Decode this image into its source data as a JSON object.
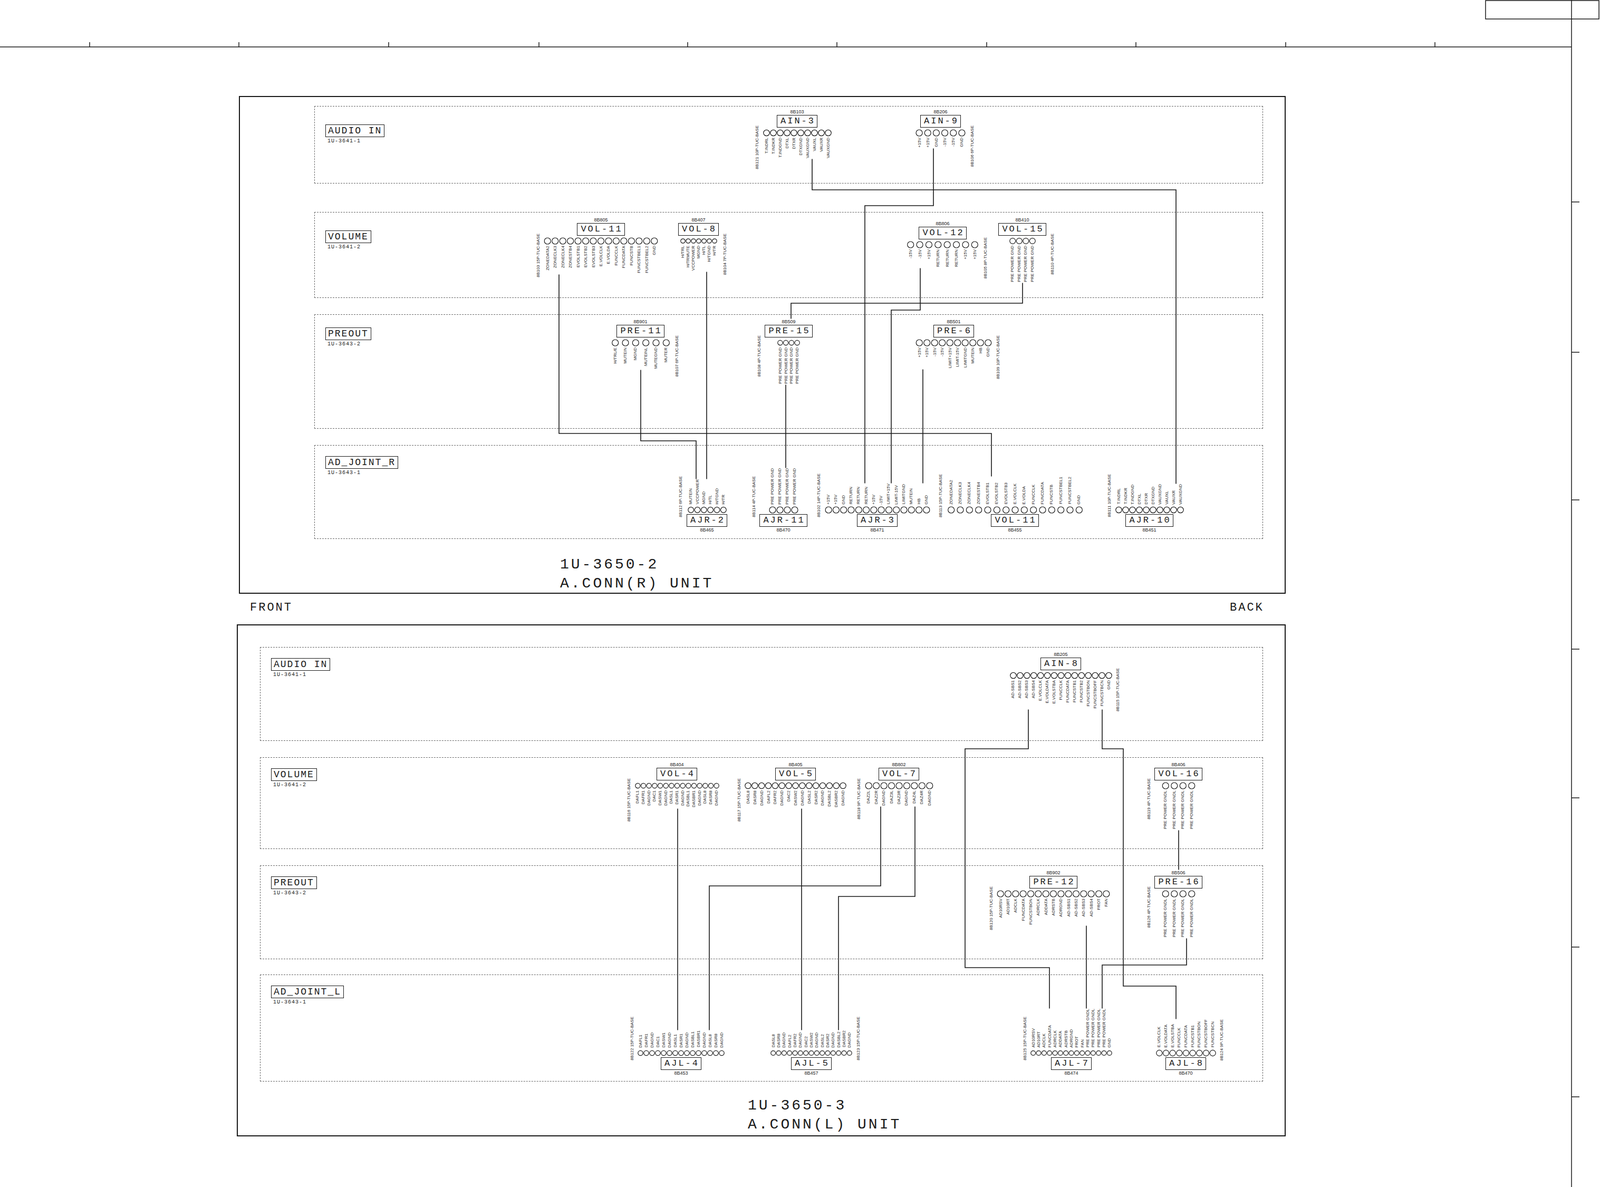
{
  "diagram": {
    "nodes": [
      {
        "text": [
          "1U-3650-2",
          "A.CONN(R) UNIT"
        ]
      },
      {
        "text": [
          "AUDIO IN",
          "1U-3641-1"
        ],
        "in": 0
      },
      {
        "text": [
          "VOLUME",
          "1U-3641-2"
        ],
        "in": 0
      },
      {
        "text": [
          "PREOUT",
          "1U-3643-2"
        ],
        "in": 0
      },
      {
        "text": [
          "AD_JOINT_R",
          "1U-3643-1"
        ],
        "in": 0
      },
      {
        "text": [
          "AIN-3",
          "8B103",
          "T.INDRL",
          "T.INDKR",
          "T.INDGND",
          "DTXL",
          "DTXR",
          "DTXGND",
          "VAUXGND",
          "VAUXL",
          "VAUXR",
          "VAUXGND"
        ],
        "in": 1
      },
      {
        "text": [
          "AIN-9",
          "8B206",
          "+15V",
          "+15V",
          "GND",
          "-15V",
          "-15V",
          "GND"
        ],
        "in": 1
      },
      {
        "text": [
          "VOL-11",
          "8B805",
          "ZONEDATA2",
          "ZONECLK3",
          "ZONECLK4",
          "ZONESTB4",
          "EVOLSTB1",
          "EVOLSTB2",
          "EVOLSTB3",
          "E.VOLCLK",
          "E.VOLDA",
          "FUNCCLK",
          "FUNCDATA",
          "FUNCSTB",
          "FUNCSTBEL1",
          "FUNCSTBEL2",
          "GND"
        ],
        "in": 2
      },
      {
        "text": [
          "VOL-8",
          "8B407",
          "H/TRL",
          "H/TRMUTE",
          "VCCPOWER",
          "MGND",
          "H/TL",
          "H/TGND",
          "H/TR"
        ],
        "in": 2
      },
      {
        "text": [
          "VOL-12",
          "8B806",
          "-15V",
          "-15V",
          "+15V",
          "RETURN",
          "RETURN",
          "RETURN",
          "+15V",
          "+15V"
        ],
        "in": 2
      },
      {
        "text": [
          "VOL-15",
          "8B410",
          "PRE POWER GND",
          "PRE POWER GND",
          "PRE POWER GND",
          "PRE POWER GND"
        ],
        "in": 2
      },
      {
        "text": [
          "PRE-11",
          "8B901",
          "H/TRL/E",
          "MUTEIN",
          "MGND",
          "MUTEINL",
          "MUTEGND",
          "MUTER"
        ],
        "in": 3
      },
      {
        "text": [
          "PRE-15",
          "8B509",
          "PRE POWER GND",
          "PRE POWER GND",
          "PRE POWER GND",
          "PRE POWER GND"
        ],
        "in": 3
      },
      {
        "text": [
          "PRE-6",
          "8B501",
          "+15V",
          "+15V",
          "-15V",
          "-15V",
          "LIMIT+15V",
          "LIMIT-15V",
          "LIMITGND",
          "MUTEIN",
          "HB",
          "GND"
        ],
        "in": 3
      },
      {
        "text": [
          "AJR-2",
          "8B465",
          "MUTEIN",
          "VCCPOWER",
          "MGND",
          "H/TL",
          "H/TGND",
          "H/TR"
        ],
        "in": 4
      },
      {
        "text": [
          "AJR-11",
          "8B470",
          "PRE POWER GND",
          "PRE POWER GND",
          "PRE POWER GND",
          "PRE POWER GND"
        ],
        "in": 4
      },
      {
        "text": [
          "AJR-3",
          "8B471",
          "+15V",
          "+15V",
          "GND",
          "RETURN",
          "RETURN",
          "RETURN",
          "+15V",
          "-15V",
          "LIMIT+15V",
          "LIMIT-15V",
          "LIMITGND",
          "MUTEIN",
          "HB",
          "GND"
        ],
        "in": 4
      },
      {
        "text": [
          "VOL-11",
          "8B455",
          "ZONEDATA2",
          "ZONECLK3",
          "ZONECLK4",
          "ZONESTB4",
          "EVOLSTB1",
          "EVOLSTB2",
          "EVOLSTB3",
          "E.VOLCLK",
          "E.VOLDA",
          "FUNCCLK",
          "FUNCDATA",
          "FUNCSTB",
          "FUNCSTBEL1",
          "FUNCSTBEL2",
          "GND"
        ],
        "in": 4
      },
      {
        "text": [
          "AJR-10",
          "8B451",
          "T.INDRL",
          "T.INDKR",
          "T.INDGND",
          "DTXL",
          "DTXR",
          "DTXGND",
          "VAUXGND",
          "VAUXL",
          "VAUXR",
          "VAUXGND"
        ],
        "in": 4
      },
      {
        "text": [
          "1U-3650-3",
          "A.CONN(L) UNIT"
        ]
      },
      {
        "text": [
          "AUDIO IN",
          "1U-3641-1"
        ],
        "in": 19
      },
      {
        "text": [
          "VOLUME",
          "1U-3641-2"
        ],
        "in": 19
      },
      {
        "text": [
          "PREOUT",
          "1U-3643-2"
        ],
        "in": 19
      },
      {
        "text": [
          "AD_JOINT_L",
          "1U-3643-1"
        ],
        "in": 19
      },
      {
        "text": [
          "AIN-8",
          "8B205",
          "AD-SBS1",
          "AD-SBS2",
          "AD-SBS3",
          "AD-SBS4",
          "E.VOLCLK",
          "E.VOLDATA",
          "E.VOLSTBA",
          "FUNCCLK",
          "FUNCDATA",
          "FUNCSTB1",
          "FUNCSTB2",
          "FUNCSTBON",
          "FUNCSTBOFF",
          "FUNCSTBCN",
          "GND"
        ],
        "in": 20
      },
      {
        "text": [
          "VOL-4",
          "8B404",
          "DAFL1",
          "DAFR1",
          "DAGND",
          "DAC1",
          "DASW1",
          "DAGND",
          "DASL1",
          "DASR1",
          "DAGND",
          "DASBL1",
          "DASBR1",
          "DAGND",
          "DASL8",
          "DASR8",
          "DAGND"
        ],
        "in": 21
      },
      {
        "text": [
          "VOL-5",
          "8B405",
          "DASL8",
          "DASR8",
          "DAGND",
          "DAFL2",
          "DAFR2",
          "DAGND",
          "DAC2",
          "DASW2",
          "DAGND",
          "DASL2",
          "DASR2",
          "DAGND",
          "DASBL2",
          "DASBR2",
          "DAGND"
        ],
        "in": 21
      },
      {
        "text": [
          "VOL-7",
          "8B802",
          "DAZ2L",
          "DAZ2R",
          "DAGND",
          "DAZ3L",
          "DAZ3R",
          "DAGND",
          "DAZ4L",
          "DAZ4R",
          "DAGND"
        ],
        "in": 21
      },
      {
        "text": [
          "VOL-16",
          "8B406",
          "PRE POWER GNDL",
          "PRE POWER GNDL",
          "PRE POWER GNDL",
          "PRE POWER GNDL"
        ],
        "in": 21
      },
      {
        "text": [
          "PRE-12",
          "8B902",
          "AD10RSV",
          "AD10RT",
          "ADCLK",
          "FUNCDATA",
          "FUNCSTBON",
          "ADRCLK",
          "ADDATA",
          "ADRSTB",
          "ADRGND",
          "AD-SBS1",
          "AD-SBS2",
          "AD-SBS3",
          "AD-SBS4",
          "FROT",
          "FAN"
        ],
        "in": 22
      },
      {
        "text": [
          "PRE-16",
          "8B506",
          "PRE POWER GNDL",
          "PRE POWER GNDL",
          "PRE POWER GNDL",
          "PRE POWER GNDL"
        ],
        "in": 22
      },
      {
        "text": [
          "AJL-4",
          "8B453",
          "DAFL1",
          "DAFR1",
          "DAGND",
          "DAC1",
          "DASW1",
          "DAGND",
          "DASL1",
          "DASR1",
          "DAGND",
          "DASBL1",
          "DASBR1",
          "DAGND",
          "DASL8",
          "DASR8",
          "DAGND"
        ],
        "in": 23
      },
      {
        "text": [
          "AJL-5",
          "8B457",
          "DASL8",
          "DASR8",
          "DAGND",
          "DAFL2",
          "DAFR2",
          "DAGND",
          "DAC2",
          "DASW2",
          "DAGND",
          "DASL2",
          "DASR2",
          "DAGND",
          "DASBL2",
          "DASBR2",
          "DAGND"
        ],
        "in": 23
      },
      {
        "text": [
          "AJL-7",
          "8B474",
          "AD10RSV",
          "AD10RT",
          "ADCLK",
          "FUNCDATA",
          "ADRCLK",
          "ADDATA",
          "ADRSTB",
          "ADRGND",
          "FROT",
          "FAN",
          "PRE POWER GNDL",
          "PRE POWER GNDL",
          "PRE POWER GNDL",
          "PRE POWER GNDL",
          "GND"
        ],
        "in": 23
      },
      {
        "text": [
          "AJL-8",
          "8B470",
          "E.VOLCLK",
          "E.VOLDATA",
          "E.VOLSTBA",
          "FUNCCLK",
          "FUNCDATA",
          "FUNCSTB1",
          "FUNCSTBON",
          "FUNCSTBOFF",
          "FUNCSTBCN"
        ],
        "in": 23
      }
    ],
    "edges": [
      {
        "from": 5,
        "to": 18,
        "arrow": "none"
      },
      {
        "from": 6,
        "to": 16,
        "arrow": "none"
      },
      {
        "from": 7,
        "to": 17,
        "arrow": "none"
      },
      {
        "from": 8,
        "to": 14,
        "arrow": "none"
      },
      {
        "from": 9,
        "to": 16,
        "arrow": "none"
      },
      {
        "from": 10,
        "to": 12,
        "arrow": "none"
      },
      {
        "from": 11,
        "to": 14,
        "arrow": "none"
      },
      {
        "from": 12,
        "to": 15,
        "arrow": "none"
      },
      {
        "from": 13,
        "to": 16,
        "arrow": "none"
      },
      {
        "from": 24,
        "to": 33,
        "arrow": "none"
      },
      {
        "from": 24,
        "to": 34,
        "arrow": "none"
      },
      {
        "from": 25,
        "to": 31,
        "arrow": "none"
      },
      {
        "from": 26,
        "to": 32,
        "arrow": "none"
      },
      {
        "from": 27,
        "to": 31,
        "arrow": "none"
      },
      {
        "from": 27,
        "to": 32,
        "arrow": "none"
      },
      {
        "from": 28,
        "to": 30,
        "arrow": "none"
      },
      {
        "from": 29,
        "to": 33,
        "arrow": "none"
      },
      {
        "from": 30,
        "to": 33,
        "arrow": "none"
      }
    ],
    "labels": [
      "FRONT",
      "BACK",
      "8B121 10P-TUC-BASE",
      "8B106 6P-TUC-BASE",
      "8B103 15P-TUC-BASE",
      "8B104 7P-TUC-BASE",
      "8B105 8P-TUC-BASE",
      "8B110 4P-TUC-BASE",
      "8B107 6P-TUC-BASE",
      "8B108 4P-TUC-BASE",
      "8B109 10P-TUC-BASE",
      "8B112 6P-TUC-BASE",
      "8B114 4P-TUC-BASE",
      "8B102 14P-TUC-BASE",
      "8B113 15P-TUC-BASE",
      "8B111 10P-TUC-BASE",
      "8B115 15P-TUC-BASE",
      "8B116 15P-TUC-BASE",
      "8B117 15P-TUC-BASE",
      "8B118 9P-TUC-BASE",
      "8B119 4P-TUC-BASE",
      "8B120 15P-TUC-BASE",
      "8B126 4P-TUC-BASE",
      "8B122 15P-TUC-BASE",
      "8B123 15P-TUC-BASE",
      "8B125 15P-TUC-BASE",
      "8B124 9P-TUC-BASE"
    ]
  }
}
